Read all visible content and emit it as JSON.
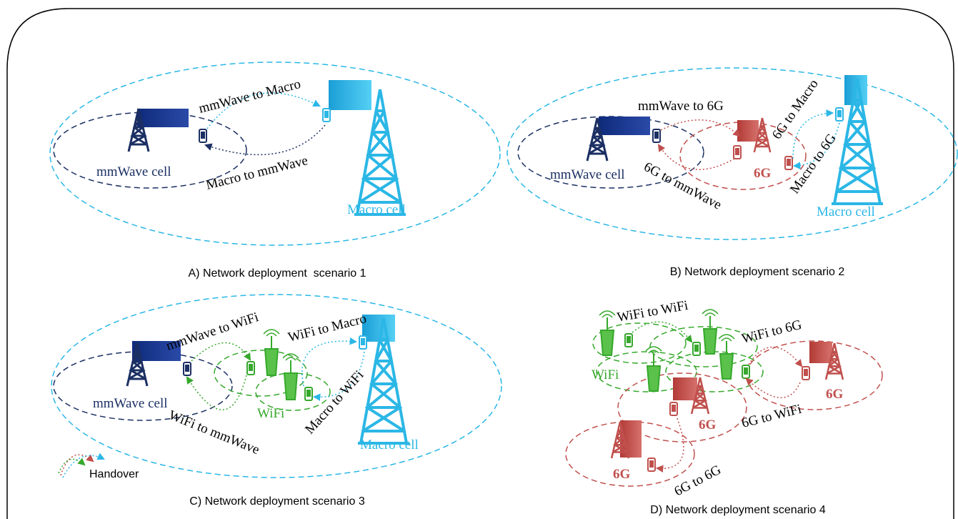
{
  "colors": {
    "navy": "#1b2f63",
    "cyan": "#2bb7e6",
    "green": "#36a82c",
    "red": "#c0504d",
    "black": "#000000"
  },
  "scenario_a": {
    "caption": "A) Network deployment  scenario 1",
    "mmwave_cell": "mmWave cell",
    "macro_cell": "Macro cell",
    "handover_1": "mmWave to Macro",
    "handover_2": "Macro to mmWave"
  },
  "scenario_b": {
    "caption": "B) Network deployment scenario 2",
    "mmwave_cell": "mmWave cell",
    "macro_cell": "Macro cell",
    "sixg_cell": "6G",
    "handover_1": "mmWave to 6G",
    "handover_2": "6G to mmWave",
    "handover_3": "6G to Macro",
    "handover_4": "Macro to 6G"
  },
  "scenario_c": {
    "caption": "C) Network deployment scenario 3",
    "mmwave_cell": "mmWave cell",
    "macro_cell": "Macro cell",
    "wifi_cell": "WiFi",
    "handover_1": "mmWave to WiFi",
    "handover_2": "WiFi to mmWave",
    "handover_3": "WiFi to Macro",
    "handover_4": "Macro to WiFi",
    "legend": "Handover"
  },
  "scenario_d": {
    "caption": "D) Network deployment scenario 4",
    "wifi_cell": "WiFi",
    "sixg_1": "6G",
    "sixg_2": "6G",
    "sixg_3": "6G",
    "handover_1": "WiFi to WiFi",
    "handover_2": "WiFi to 6G",
    "handover_3": "6G to WiFi",
    "handover_4": "6G to 6G"
  }
}
